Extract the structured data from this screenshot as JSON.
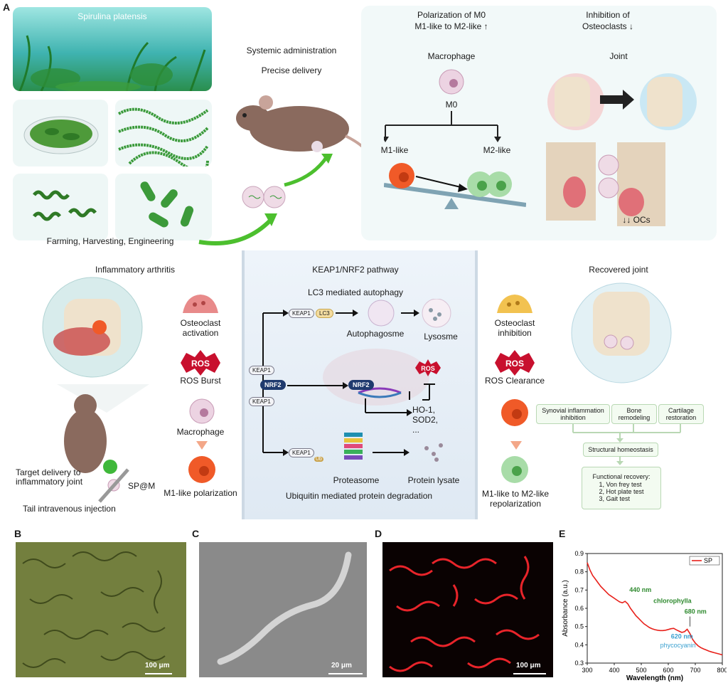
{
  "panel_letters": {
    "a": "A",
    "b": "B",
    "c": "C",
    "d": "D",
    "e": "E"
  },
  "panel_a_top": {
    "spirulina_title": "Spirulina platensis",
    "farming_label": "Farming, Harvesting, Engineering",
    "systemic_admin": "Systemic administration",
    "precise_delivery": "Precise delivery",
    "polarization_title": "Polarization of M0",
    "polarization_sub": "M1-like to M2-like ↑",
    "inhibition_title": "Inhibition of",
    "inhibition_sub": "Osteoclasts ↓",
    "macrophage": "Macrophage",
    "m0": "M0",
    "m1_like": "M1-like",
    "m2_like": "M2-like",
    "joint": "Joint",
    "ocs": "↓↓ OCs"
  },
  "panel_a_bottom": {
    "inflammatory_title": "Inflammatory arthritis",
    "osteoclast_activation": "Osteoclast\nactivation",
    "ros_badge": "ROS",
    "ros_burst": "ROS Burst",
    "macrophage": "Macrophage",
    "m1_polarization": "M1-like polarization",
    "target_delivery": "Target delivery to\ninflammatory joint",
    "spm": "SP@M",
    "tail_injection": "Tail intravenous injection",
    "pathway_title": "KEAP1/NRF2 pathway",
    "lc3_autophagy": "LC3 mediated autophagy",
    "keap1": "KEAP1",
    "lc3": "LC3",
    "nrf2": "NRF2",
    "autophagosome": "Autophagosme",
    "lysosome": "Lysosme",
    "ros_small": "ROS",
    "ho1": "HO-1,\nSOD2,\n...",
    "proteasome": "Proteasome",
    "protein_lysate": "Protein lysate",
    "ub": "Ub",
    "ubiquitin_deg": "Ubiquitin mediated protein degradation",
    "recovered_title": "Recovered joint",
    "osteoclast_inhibition": "Osteoclast\ninhibition",
    "ros_clearance": "ROS Clearance",
    "repolarization": "M1-like to M2-like\nrepolarization",
    "synovial": "Synovial inflammation\ninhibition",
    "bone_remodeling": "Bone\nremodeling",
    "cartilage": "Cartilage\nrestoration",
    "structural": "Structural homeostasis",
    "functional_title": "Functional recovery:",
    "functional_items": "1, Von frey test\n2, Hot plate test\n3, Gait test"
  },
  "micrographs": {
    "b_scale": "100 μm",
    "c_scale": "20 μm",
    "d_scale": "100 μm"
  },
  "chart_data": {
    "type": "line",
    "xlabel": "Wavelength (nm)",
    "ylabel": "Absorbance (a.u.)",
    "xlim": [
      300,
      800
    ],
    "ylim": [
      0.3,
      0.9
    ],
    "x_ticks": [
      300,
      400,
      500,
      600,
      700,
      800
    ],
    "y_ticks": [
      0.3,
      0.4,
      0.5,
      0.6,
      0.7,
      0.8,
      0.9
    ],
    "legend_position": "top-right",
    "series": [
      {
        "name": "SP",
        "color": "#e8201a",
        "x": [
          300,
          310,
          320,
          330,
          340,
          350,
          360,
          370,
          380,
          390,
          400,
          410,
          420,
          430,
          440,
          450,
          460,
          470,
          480,
          490,
          500,
          510,
          520,
          530,
          540,
          550,
          560,
          570,
          580,
          590,
          600,
          610,
          620,
          630,
          640,
          650,
          660,
          670,
          680,
          690,
          700,
          710,
          720,
          730,
          740,
          750,
          760,
          770,
          780,
          790,
          800
        ],
        "y": [
          0.85,
          0.81,
          0.78,
          0.76,
          0.74,
          0.72,
          0.705,
          0.69,
          0.675,
          0.665,
          0.655,
          0.645,
          0.635,
          0.63,
          0.638,
          0.625,
          0.6,
          0.58,
          0.56,
          0.545,
          0.53,
          0.515,
          0.505,
          0.495,
          0.488,
          0.483,
          0.48,
          0.478,
          0.478,
          0.48,
          0.484,
          0.488,
          0.49,
          0.482,
          0.475,
          0.468,
          0.472,
          0.485,
          0.462,
          0.43,
          0.41,
          0.395,
          0.385,
          0.378,
          0.372,
          0.366,
          0.361,
          0.357,
          0.353,
          0.349,
          0.345
        ]
      }
    ],
    "annotations": [
      {
        "text": "440 nm",
        "x": 440,
        "y": 0.638,
        "color": "#2f8a2f"
      },
      {
        "text": "chlorophylla",
        "color": "#2f8a2f"
      },
      {
        "text": "680 nm",
        "x": 680,
        "y": 0.485,
        "color": "#2f8a2f"
      },
      {
        "text": "620 nm",
        "x": 620,
        "y": 0.49,
        "color": "#3aa0d0"
      },
      {
        "text": "phycocyanin",
        "color": "#3aa0d0"
      }
    ]
  }
}
